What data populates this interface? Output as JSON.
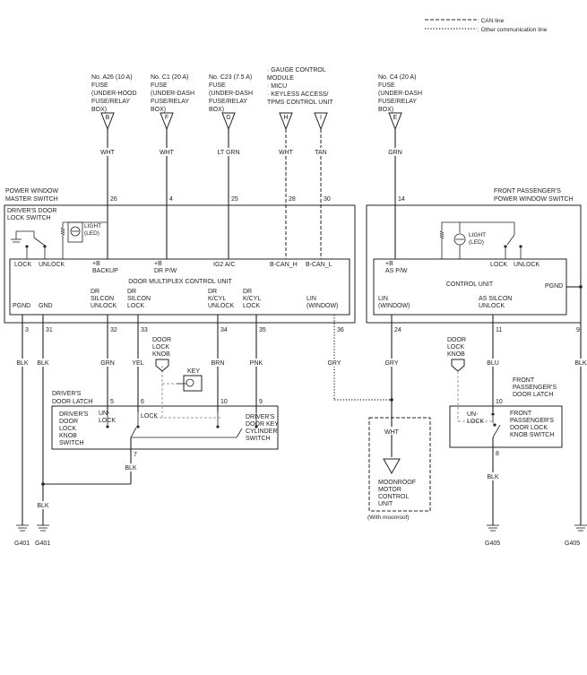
{
  "legend": {
    "can_line": ": CAN line",
    "other_line": ": Other communication line"
  },
  "fuses": [
    {
      "lines": [
        "No. A26 (10 A)",
        "FUSE",
        "(UNDER-HOOD",
        "FUSE/RELAY",
        "BOX)"
      ],
      "letter": "B",
      "color": "WHT",
      "pin": "26"
    },
    {
      "lines": [
        "No. C1 (20 A)",
        "FUSE",
        "(UNDER-DASH",
        "FUSE/RELAY",
        "BOX)"
      ],
      "letter": "F",
      "color": "WHT",
      "pin": "4"
    },
    {
      "lines": [
        "No. C23 (7.5 A)",
        "FUSE",
        "(UNDER-DASH",
        "FUSE/RELAY",
        "BOX)"
      ],
      "letter": "G",
      "color": "LT GRN",
      "pin": "25"
    },
    {
      "letter": "H",
      "color": "WHT",
      "pin": "28"
    },
    {
      "letter": "I",
      "color": "TAN",
      "pin": "30"
    },
    {
      "lines": [
        "No. C4 (20 A)",
        "FUSE",
        "(UNDER-DASH",
        "FUSE/RELAY",
        "BOX)"
      ],
      "letter": "E",
      "color": "GRN",
      "pin": "14"
    }
  ],
  "gauge_module": [
    "· GAUGE CONTROL",
    "  MODULE",
    "· MICU",
    "· KEYLESS ACCESS/",
    "  TPMS CONTROL UNIT"
  ],
  "master_switch": {
    "title": [
      "POWER WINDOW",
      "MASTER SWITCH"
    ],
    "lock_switch": [
      "DRIVER'S DOOR",
      "LOCK SWITCH"
    ],
    "light": [
      "LIGHT",
      "(LED)"
    ],
    "lock": "LOCK",
    "unlock": "UNLOCK",
    "unit": "DOOR MULTIPLEX CONTROL UNIT",
    "top_terms": [
      [
        "+B",
        "BACKUP"
      ],
      [
        "+B",
        "DR P/W"
      ],
      [
        "IG2 A/C"
      ],
      [
        "B-CAN_H"
      ],
      [
        "B-CAN_L"
      ]
    ],
    "bottom_terms": [
      [
        "PGND"
      ],
      [
        "GND"
      ],
      [
        "DR",
        "SILCON",
        "UNLOCK"
      ],
      [
        "DR",
        "SILCON",
        "LOCK"
      ],
      [
        "DR",
        "K/CYL",
        "UNLOCK"
      ],
      [
        "DR",
        "K/CYL",
        "LOCK"
      ],
      [
        "LIN",
        "(WINDOW)"
      ]
    ],
    "pins": [
      "3",
      "31",
      "32",
      "33",
      "34",
      "35",
      "36"
    ],
    "colors": [
      "BLK",
      "BLK",
      "GRN",
      "YEL",
      "BRN",
      "PNK",
      "GRY"
    ]
  },
  "passenger_switch": {
    "title": [
      "FRONT PASSENGER'S",
      "POWER WINDOW SWITCH"
    ],
    "light": [
      "LIGHT",
      "(LED)"
    ],
    "lock": "LOCK",
    "unlock": "UNLOCK",
    "top_term": [
      "+B",
      "AS P/W"
    ],
    "unit": "CONTROL UNIT",
    "pgnd": "PGND",
    "bottom_terms": [
      [
        "LIN",
        "(WINDOW)"
      ],
      [
        "AS SILCON",
        "UNLOCK"
      ]
    ],
    "pins": [
      "24",
      "11",
      "9"
    ],
    "colors": [
      "GRY",
      "BLU",
      "BLK"
    ]
  },
  "driver_latch": {
    "title": [
      "DRIVER'S",
      "DOOR LATCH"
    ],
    "knob_switch": [
      "DRIVER'S",
      "DOOR",
      "LOCK",
      "KNOB",
      "SWITCH"
    ],
    "unlock": [
      "UN-",
      "LOCK"
    ],
    "lock": "LOCK",
    "cyl_switch": [
      "DRIVER'S",
      "DOOR KEY",
      "CYLINDER",
      "SWITCH"
    ],
    "knob": [
      "DOOR",
      "LOCK",
      "KNOB"
    ],
    "key": "KEY",
    "pins": [
      "5",
      "6",
      "10",
      "9",
      "7"
    ],
    "ground_color": "BLK"
  },
  "passenger_latch": {
    "title": [
      "FRONT",
      "PASSENGER'S",
      "DOOR LATCH"
    ],
    "knob": [
      "DOOR",
      "LOCK",
      "KNOB"
    ],
    "switch": [
      "FRONT",
      "PASSENGER'S",
      "DOOR LOCK",
      "KNOB SWITCH"
    ],
    "unlock": [
      "UN-",
      "LOCK"
    ],
    "lock": "LOCK",
    "pins": [
      "10",
      "8"
    ],
    "ground_color": "BLK"
  },
  "moonroof": {
    "color": "WHT",
    "label": [
      "MOONROOF",
      "MOTOR",
      "CONTROL",
      "UNIT"
    ],
    "note": "(With moonroof)"
  },
  "grounds": [
    "G401",
    "G401",
    "G405",
    "G405"
  ],
  "gnd_mid_color": "BLK"
}
